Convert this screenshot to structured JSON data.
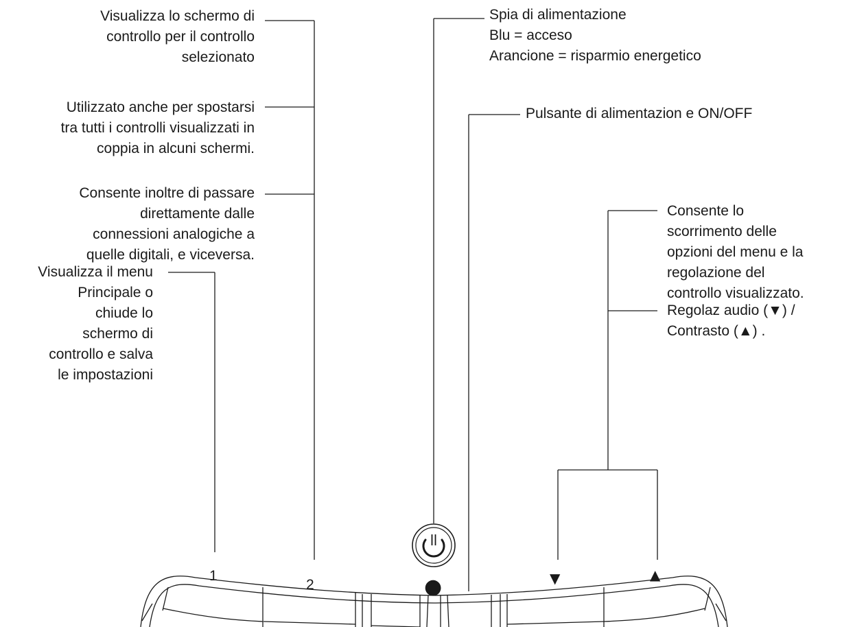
{
  "callouts": {
    "button2_select": [
      "Visualizza lo schermo di",
      "controllo per il controllo",
      "selezionato"
    ],
    "button2_toggle": [
      "Utilizzato anche per spostarsi",
      "tra tutti i controlli visualizzati in",
      "coppia in alcuni schermi."
    ],
    "button2_input": [
      "Consente inoltre di passare",
      "direttamente dalle",
      "connessioni analogiche a",
      "quelle digitali, e viceversa."
    ],
    "button1_menu": [
      "Visualizza il menu",
      "Principale o",
      "chiude lo",
      "schermo di",
      "controllo e salva",
      "le impostazioni"
    ],
    "power_led": [
      "Spia di alimentazione",
      "Blu = acceso",
      "Arancione = risparmio energetico"
    ],
    "power_button": [
      "Pulsante di alimentazion e ON/OFF"
    ],
    "arrows_scroll": [
      "Consente lo",
      "scorrimento delle",
      "opzioni del menu e la",
      "regolazione del",
      "controllo visualizzato."
    ],
    "arrows_shortcut": [
      "Regolaz audio (▼) /",
      "Contrasto  (▲) ."
    ]
  },
  "buttons": {
    "button1_label": "1",
    "button2_label": "2",
    "power_glyph": "●",
    "down_glyph": "▼",
    "up_glyph": "▲"
  },
  "icons": {
    "power_symbol": "power-icon"
  },
  "colors": {
    "line": "#1a1a1a",
    "background": "#ffffff"
  }
}
